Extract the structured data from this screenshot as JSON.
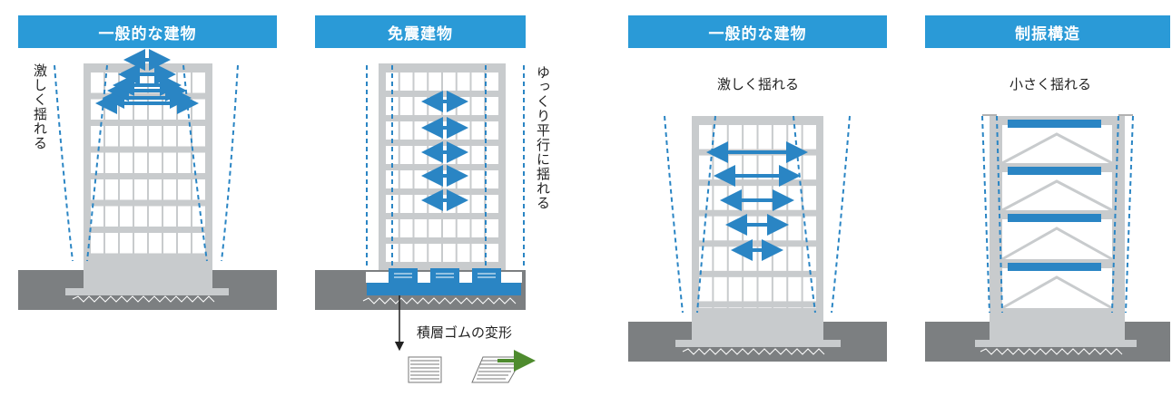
{
  "panels": [
    {
      "header": "一般的な建物",
      "caption": "激しく揺れる"
    },
    {
      "header": "免震建物",
      "caption": "ゆっくり平行に揺れる",
      "sub_caption": "積層ゴムの変形"
    },
    {
      "header": "一般的な建物",
      "caption": "激しく揺れる"
    },
    {
      "header": "制振構造",
      "caption": "小さく揺れる"
    }
  ],
  "colors": {
    "header_bg": "#2a9ad7",
    "building": "#c8cbcd",
    "ground": "#7c7f81",
    "arrow": "#2a85c4",
    "damper": "#2a85c4",
    "deform_arrow": "#4e8b2e"
  },
  "icons": [
    "double-arrow-icon",
    "bearing-icon",
    "damper-icon",
    "deformed-bearing-icon"
  ]
}
